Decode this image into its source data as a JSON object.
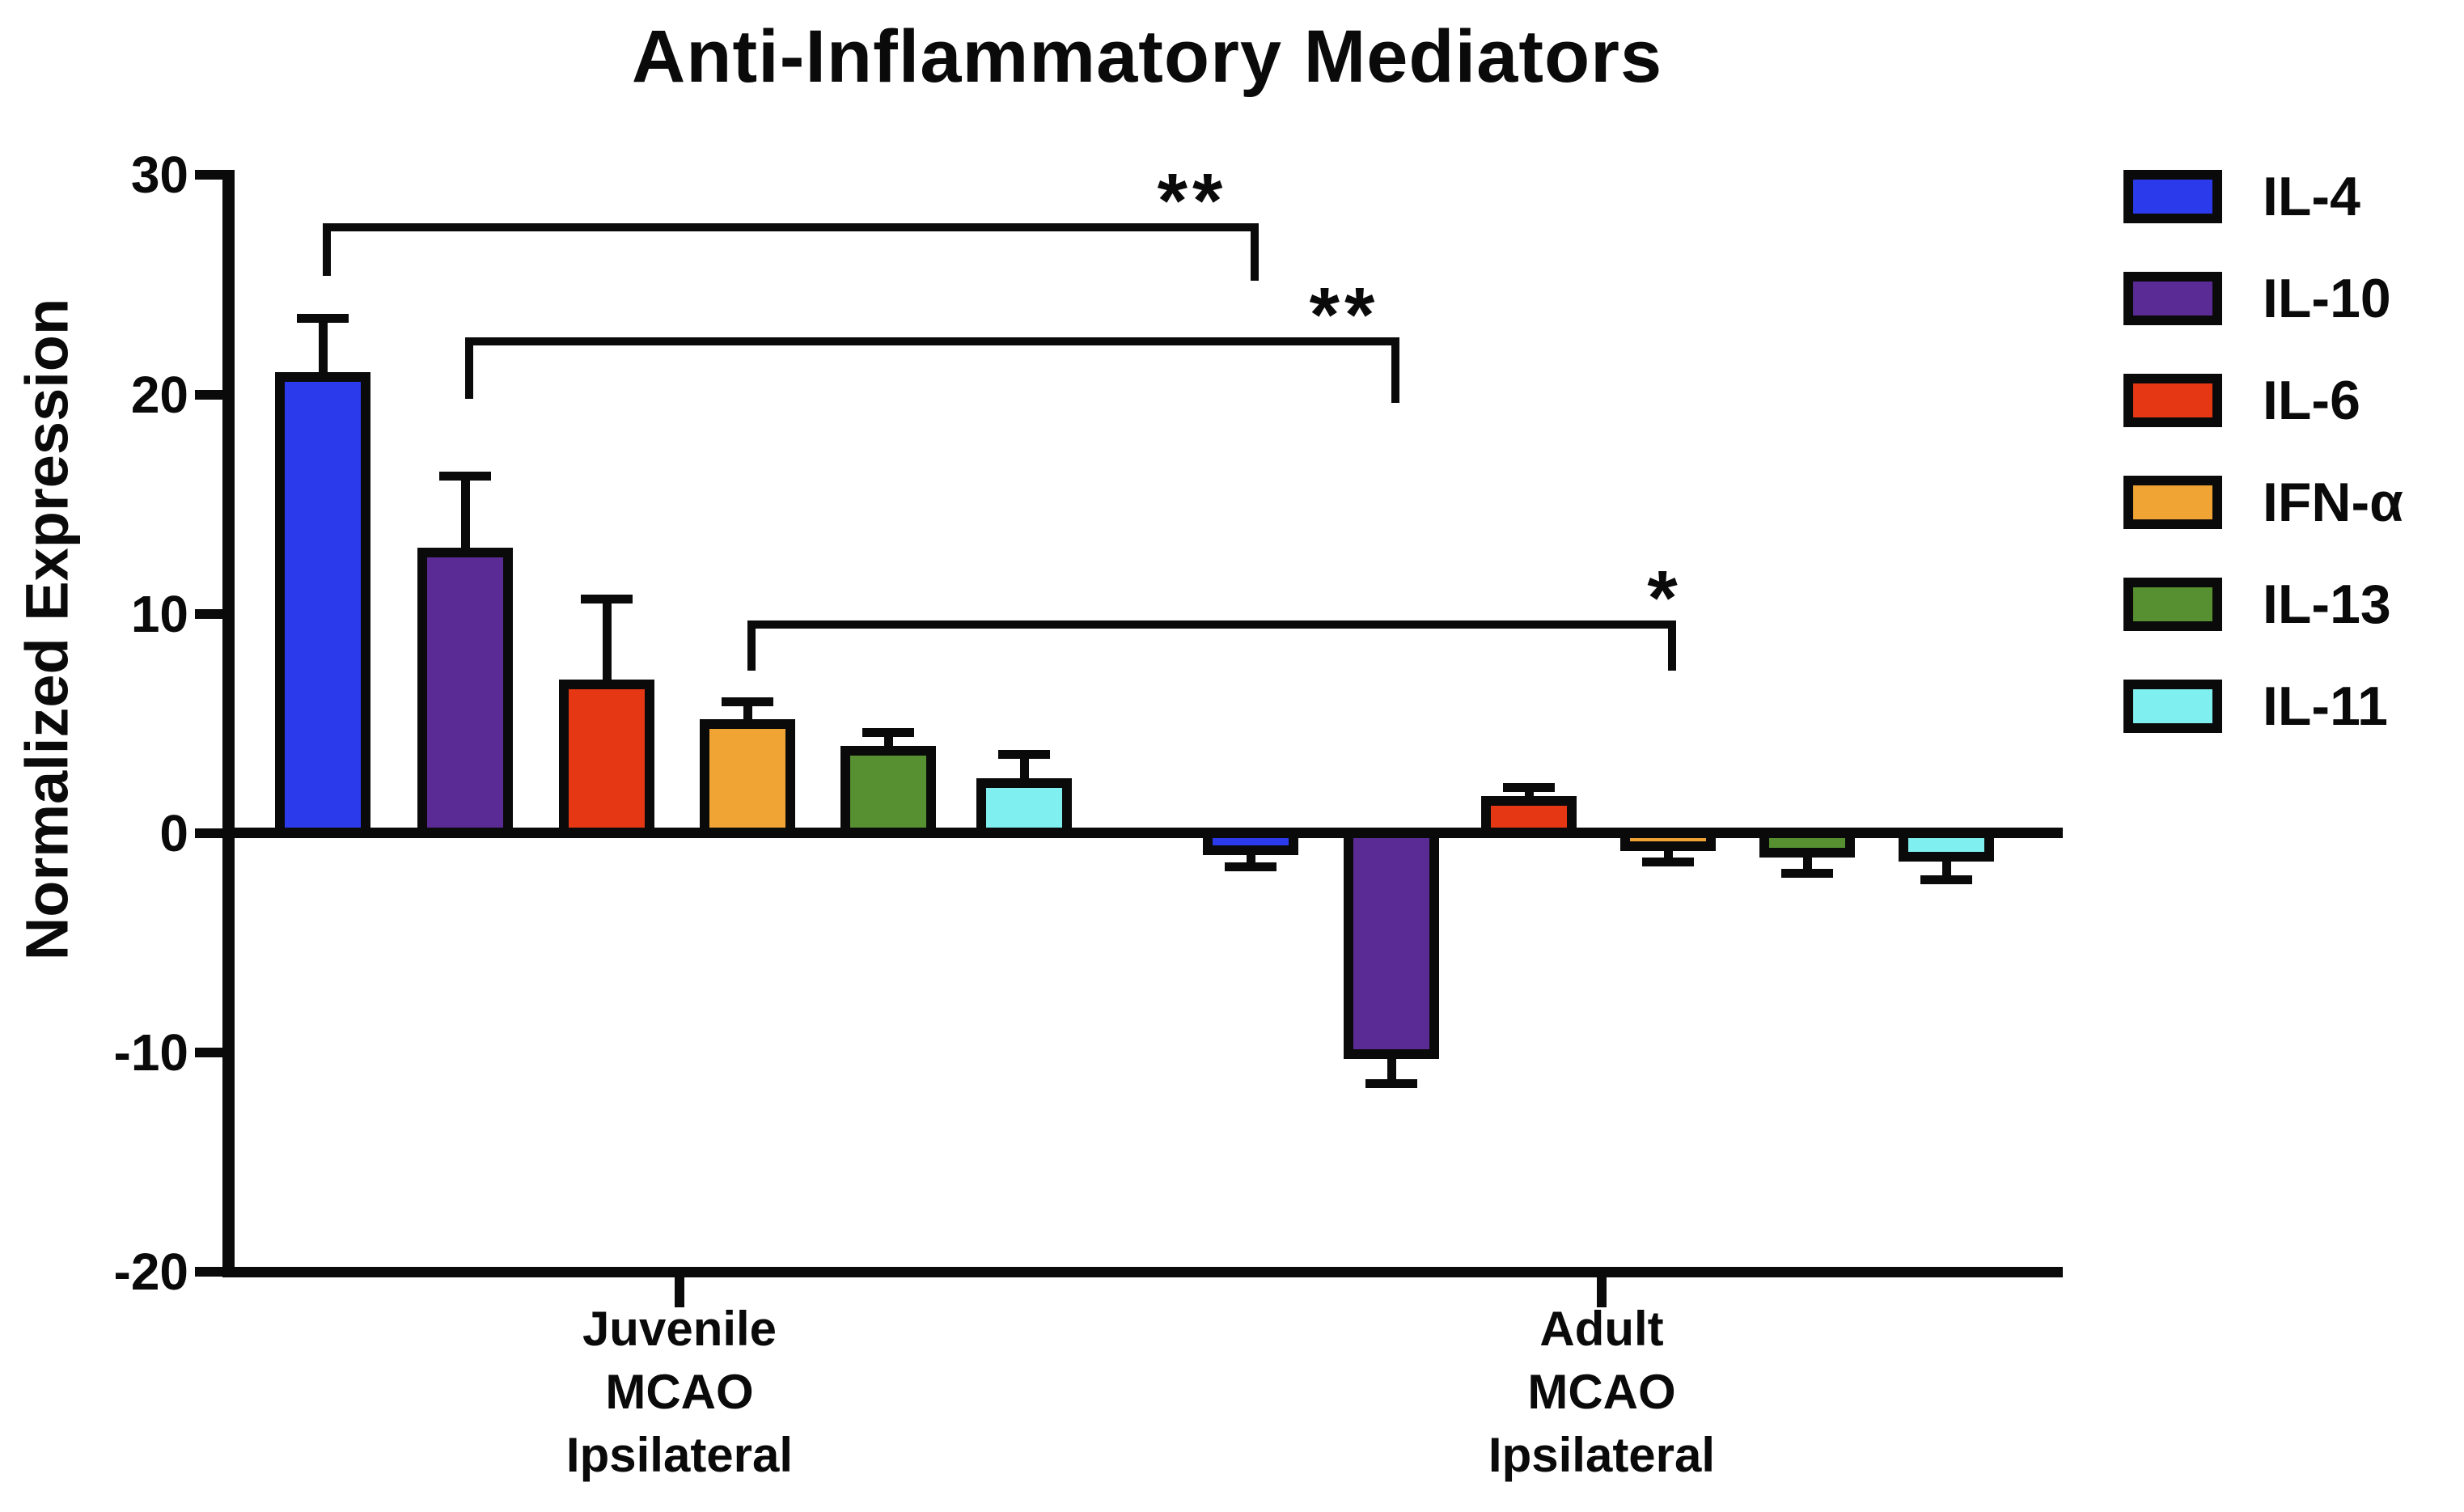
{
  "chart_data": {
    "type": "bar",
    "title": "Anti-Inflammatory Mediators",
    "ylabel": "Normalized Expression",
    "xlabel": "",
    "ylim": [
      -20,
      30
    ],
    "yticks": [
      30,
      20,
      10,
      0,
      -10,
      -20
    ],
    "grid": false,
    "legend_position": "right",
    "background_color": "#FFFFFF",
    "bar_outline_color": "#0A0A0A",
    "groups": [
      [
        "Juvenile",
        "MCAO",
        "Ipsilateral"
      ],
      [
        "Adult",
        "MCAO",
        "Ipsilateral"
      ]
    ],
    "series": [
      {
        "name": "IL-4",
        "color": "#2B3BEC",
        "values": [
          21.0,
          -1.0
        ],
        "errors": [
          2.5,
          0.5
        ]
      },
      {
        "name": "IL-10",
        "color": "#5B2B95",
        "values": [
          13.0,
          -10.3
        ],
        "errors": [
          3.3,
          1.1
        ]
      },
      {
        "name": "IL-6",
        "color": "#E63714",
        "values": [
          7.0,
          1.7
        ],
        "errors": [
          3.7,
          0.4
        ]
      },
      {
        "name": "IFN-α",
        "color": "#F0A434",
        "values": [
          5.2,
          -0.8
        ],
        "errors": [
          0.8,
          0.5
        ]
      },
      {
        "name": "IL-13",
        "color": "#579030",
        "values": [
          4.0,
          -1.1
        ],
        "errors": [
          0.6,
          0.7
        ]
      },
      {
        "name": "IL-11",
        "color": "#80EFEF",
        "values": [
          2.5,
          -1.3
        ],
        "errors": [
          1.1,
          0.8
        ]
      }
    ],
    "significance": [
      {
        "label": "**",
        "series": "IL-4",
        "between_groups": [
          "Juvenile MCAO Ipsilateral",
          "Adult MCAO Ipsilateral"
        ],
        "bar_y": 27.8,
        "left_leg_to": 25.4,
        "right_leg_to": 25.2
      },
      {
        "label": "**",
        "series": "IL-10",
        "between_groups": [
          "Juvenile MCAO Ipsilateral",
          "Adult MCAO Ipsilateral"
        ],
        "bar_y": 22.6,
        "left_leg_to": 19.8,
        "right_leg_to": 19.6
      },
      {
        "label": "*",
        "series": "IFN-α",
        "between_groups": [
          "Juvenile MCAO Ipsilateral",
          "Adult MCAO Ipsilateral"
        ],
        "bar_y": 9.7,
        "left_leg_to": 7.4,
        "right_leg_to": 7.4
      }
    ]
  }
}
